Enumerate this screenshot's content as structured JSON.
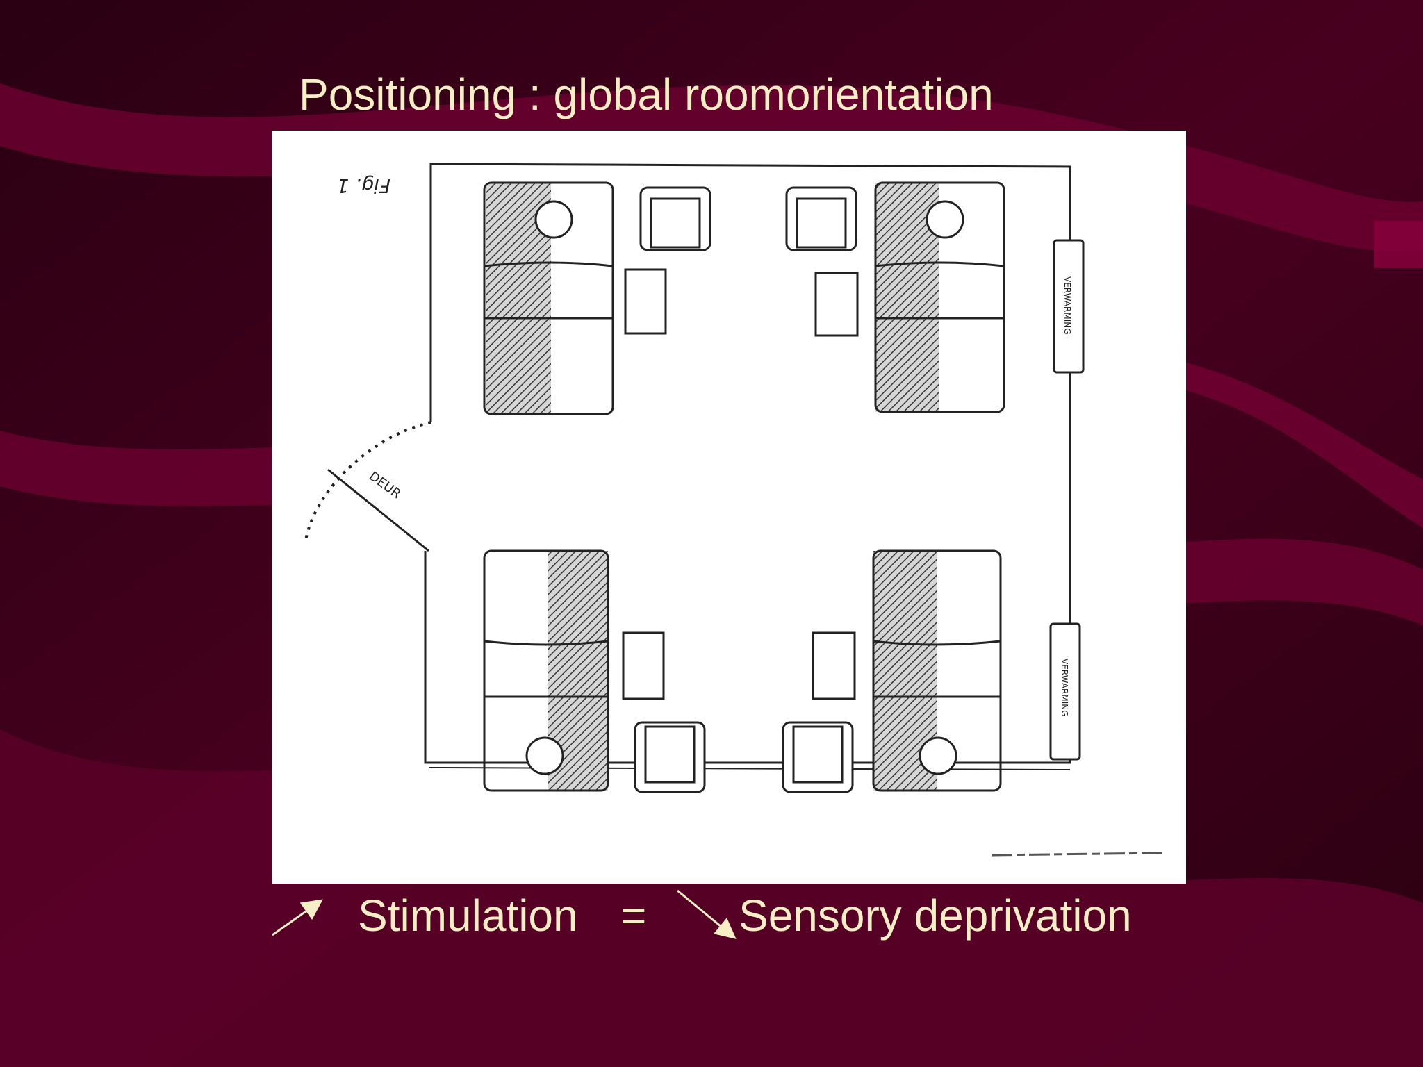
{
  "slide": {
    "title": "Positioning : global roomorientation",
    "background_color": "#3a0018",
    "wave_color": "#6b0030",
    "text_color": "#f6efc6"
  },
  "figure": {
    "figure_label": "Fig. 1",
    "door_label": "DEUR",
    "radiator_label_top": "VERWARMING",
    "radiator_label_bottom": "VERWARMING"
  },
  "caption": {
    "stimulation_label": "Stimulation",
    "equals_sign": "=",
    "sensory_label": "Sensory deprivation",
    "up_arrow_icon": "arrow-up-right-icon",
    "down_arrow_icon": "arrow-down-right-icon"
  }
}
